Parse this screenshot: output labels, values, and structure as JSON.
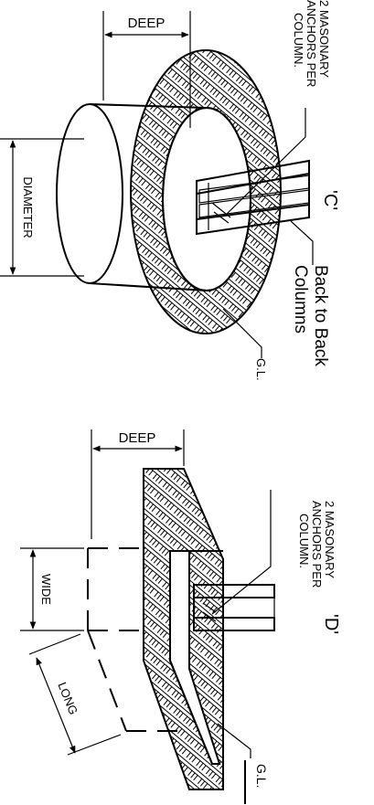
{
  "detail_c": {
    "tag": "'C'",
    "deep": "DEEP",
    "diameter": "DIAMETER",
    "anchors_line1": "2 MASONARY",
    "anchors_line2": "ANCHORS PER",
    "anchors_line3": "COLUMN.",
    "columns_line1": "Back to Back",
    "columns_line2": "Columns",
    "ground": "G.L."
  },
  "detail_d": {
    "tag": "'D'",
    "deep": "DEEP",
    "wide": "WIDE",
    "long": "LONG",
    "anchors_line1": "2 MASONARY",
    "anchors_line2": "ANCHORS PER",
    "anchors_line3": "COLUMN.",
    "ground": "G.L."
  }
}
